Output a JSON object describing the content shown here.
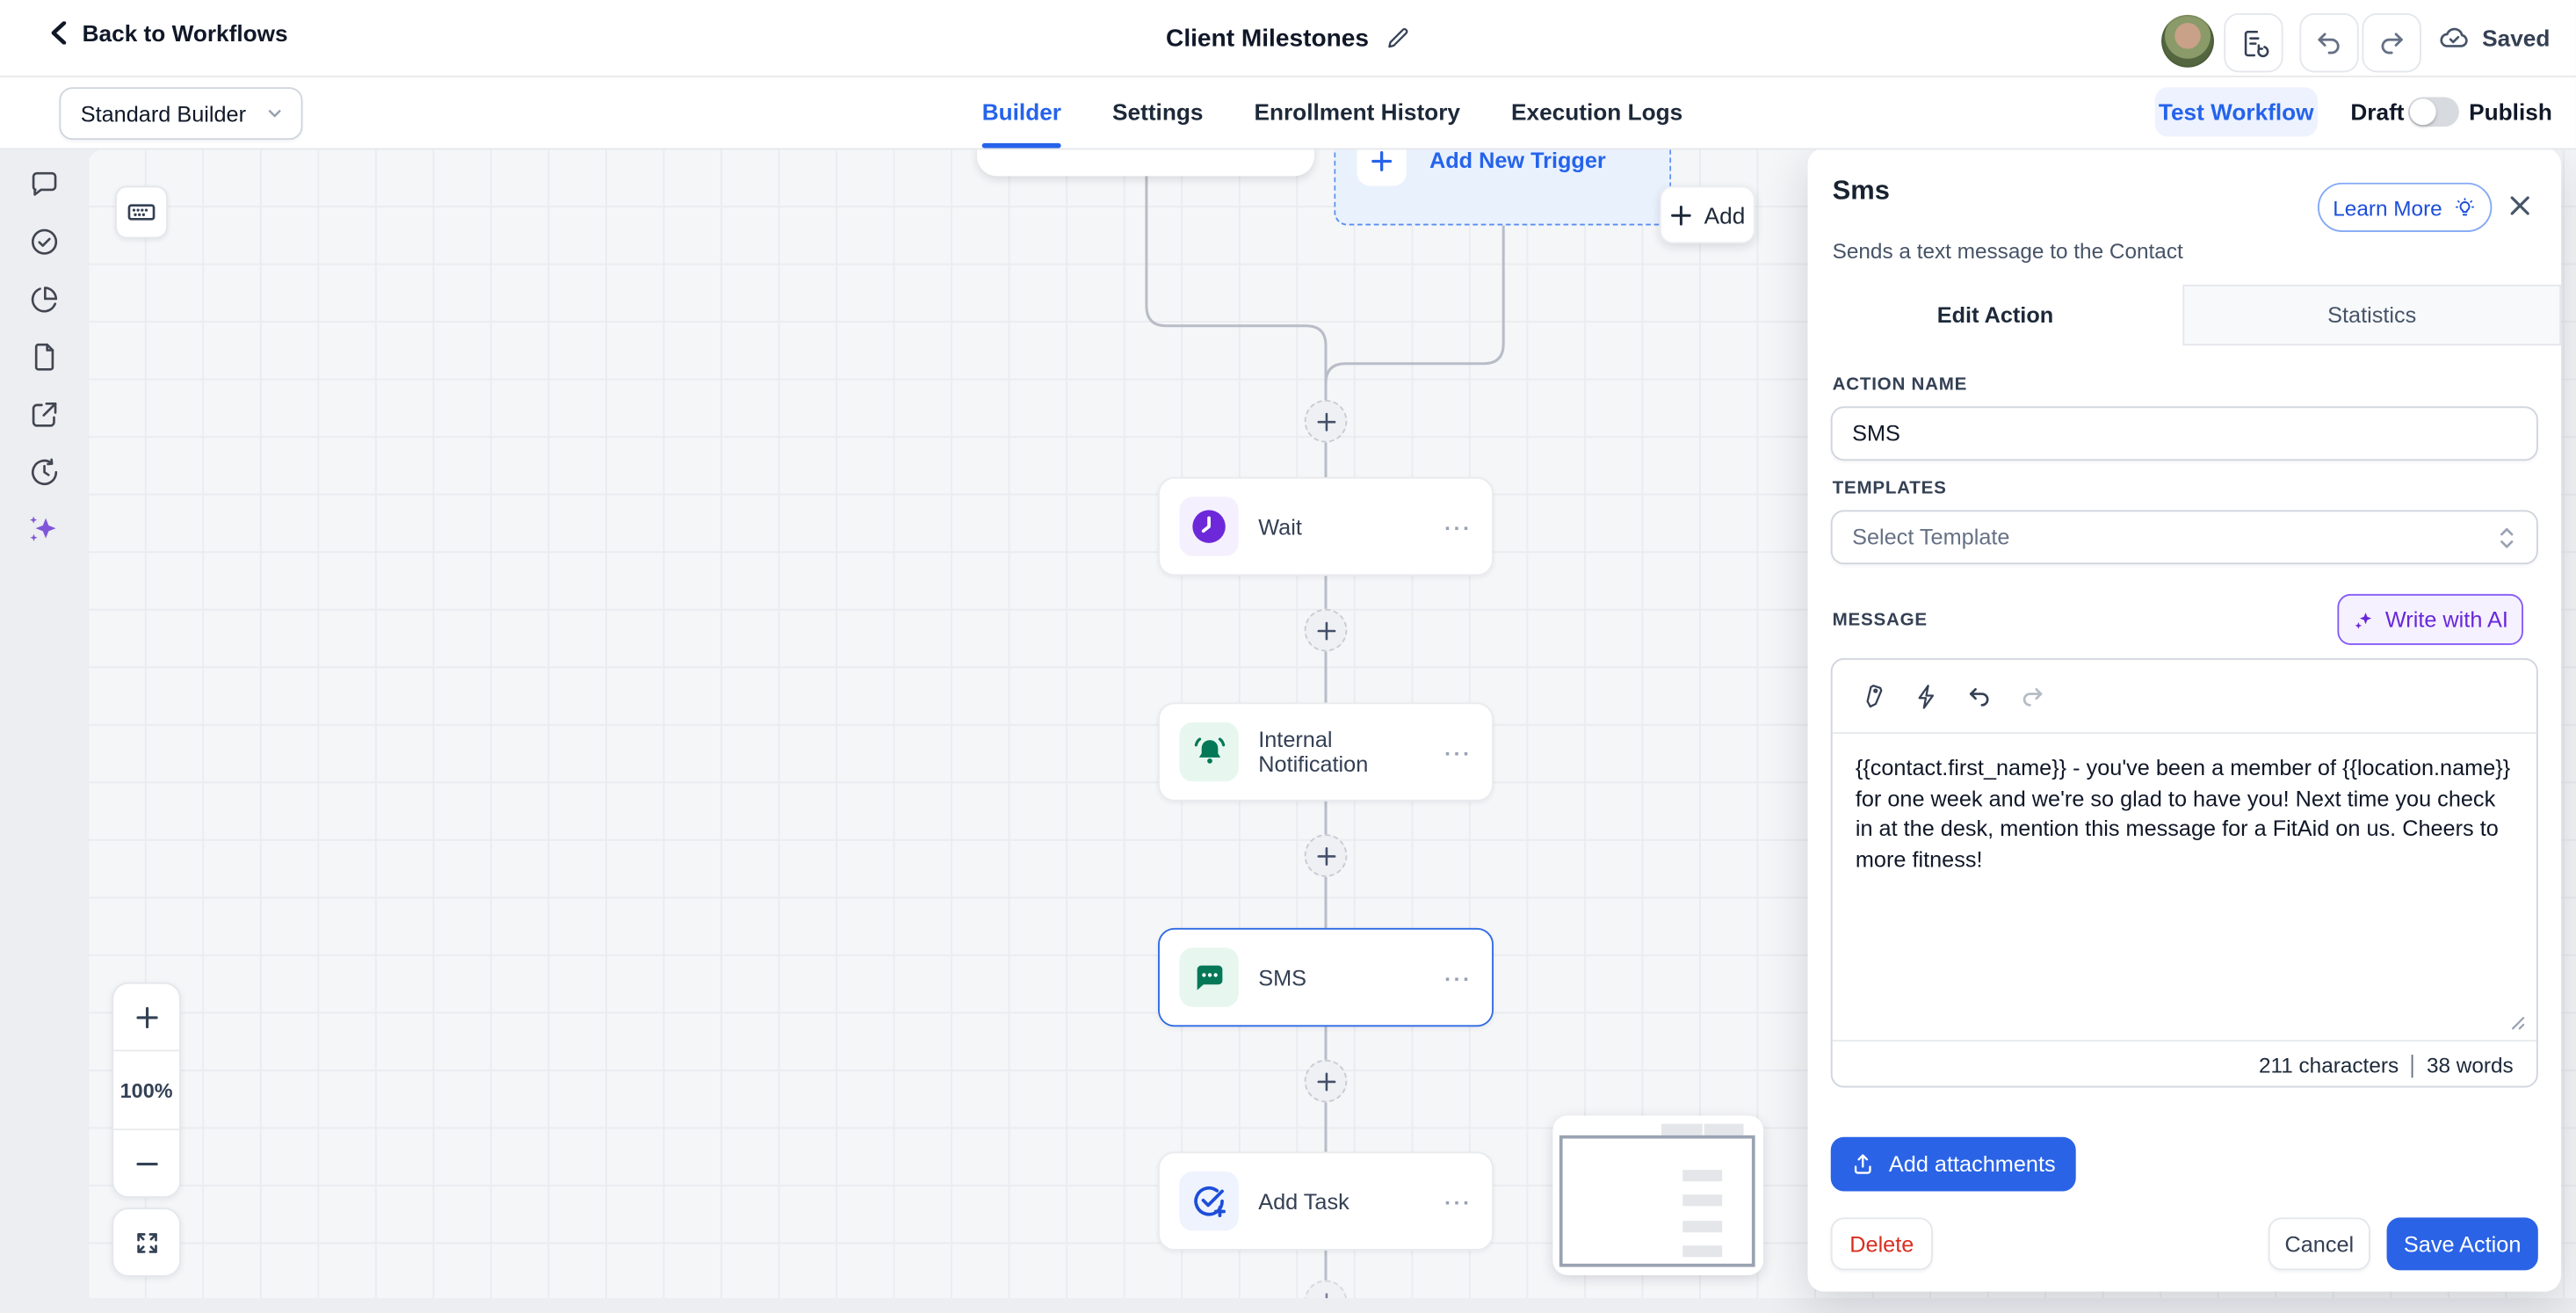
{
  "header": {
    "back_label": "Back to Workflows",
    "title": "Client Milestones",
    "saved_label": "Saved"
  },
  "toolbar": {
    "builder_select_value": "Standard Builder",
    "tabs": [
      {
        "label": "Builder",
        "active": true
      },
      {
        "label": "Settings",
        "active": false
      },
      {
        "label": "Enrollment History",
        "active": false
      },
      {
        "label": "Execution Logs",
        "active": false
      }
    ],
    "test_workflow_label": "Test Workflow",
    "draft_label": "Draft",
    "publish_label": "Publish"
  },
  "sidebar": {
    "icons": [
      "conversation",
      "check-circle",
      "pie-chart",
      "document",
      "external-link",
      "history",
      "ai-sparkles"
    ]
  },
  "canvas": {
    "add_new_trigger_label": "Add New Trigger",
    "add_button_label": "Add",
    "zoom_level": "100%",
    "nodes": [
      {
        "label": "Wait",
        "icon": "clock",
        "accent": "#6d28d9",
        "icon_bg": "#f4f0fe",
        "selected": false
      },
      {
        "label": "Internal Notification",
        "icon": "bell",
        "accent": "#047857",
        "icon_bg": "#e7f7f0",
        "selected": false
      },
      {
        "label": "SMS",
        "icon": "sms-bubble",
        "accent": "#047857",
        "icon_bg": "#e7f7f0",
        "selected": true
      },
      {
        "label": "Add Task",
        "icon": "task-check-plus",
        "accent": "#1d4ed8",
        "icon_bg": "#eef3fe",
        "selected": false
      }
    ]
  },
  "panel": {
    "title": "Sms",
    "learn_more_label": "Learn More",
    "subtitle": "Sends a text message to the Contact",
    "tabs": [
      {
        "label": "Edit Action",
        "active": true
      },
      {
        "label": "Statistics",
        "active": false
      }
    ],
    "action_name_label": "ACTION NAME",
    "action_name_value": "SMS",
    "templates_label": "TEMPLATES",
    "templates_placeholder": "Select Template",
    "message_label": "MESSAGE",
    "write_with_ai_label": "Write with AI",
    "message_text": "{{contact.first_name}} - you've been a member of {{location.name}} for one week and we're so glad to have you! Next time you check in at the desk, mention this message for a FitAid on us. Cheers to more fitness!",
    "counter_characters": "211 characters",
    "counter_words": "38 words",
    "add_attachments_label": "Add attachments",
    "delete_label": "Delete",
    "cancel_label": "Cancel",
    "save_label": "Save Action"
  },
  "colors": {
    "accent_blue": "#2563eb",
    "button_blue": "#2a63e6",
    "selected_node_border": "#2f6be4",
    "purple_accent": "#6d28d9",
    "ai_purple_border": "#875bf7",
    "green_accent": "#047857",
    "task_blue": "#1d4ed8",
    "delete_red": "#d92d20",
    "canvas_bg": "#f5f6f8",
    "page_bg": "#eceef1"
  }
}
